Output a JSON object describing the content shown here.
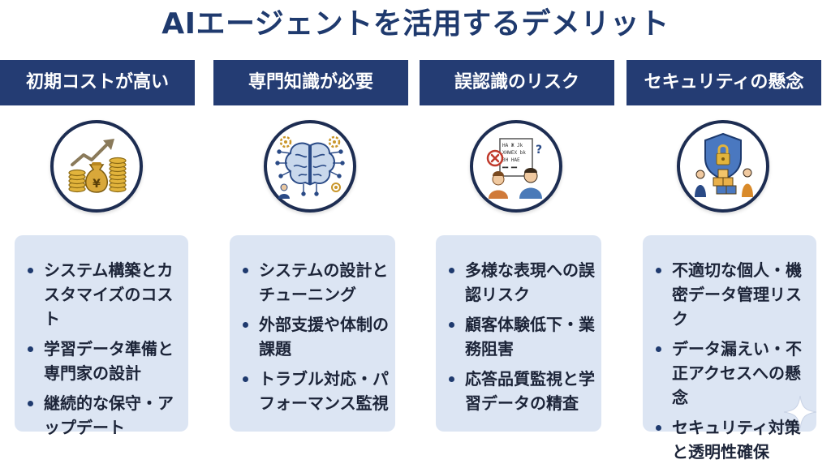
{
  "title": "AIエージェントを活用するデメリット",
  "columns": [
    {
      "heading": "初期コストが高い",
      "icon": "money-growth-icon",
      "items": [
        "システム構築とカスタマイズのコスト",
        "学習データ準備と専門家の設計",
        "継続的な保守・アップデート"
      ]
    },
    {
      "heading": "専門知識が必要",
      "icon": "brain-circuit-icon",
      "items": [
        "システムの設計とチューニング",
        "外部支援や体制の課題",
        "トラブル対応・パフォーマンス監視"
      ]
    },
    {
      "heading": "誤認識のリスク",
      "icon": "misrecognition-icon",
      "icon_text": [
        "HA Ж Jk",
        "XHWEX bk",
        "3H HAE",
        "▬▬ ▬▬"
      ],
      "items": [
        "多様な表現への誤認リスク",
        "顧客体験低下・業務阻害",
        "応答品質監視と学習データの精査"
      ]
    },
    {
      "heading": "セキュリティの懸念",
      "icon": "security-shield-icon",
      "items": [
        "不適切な個人・機密データ管理リスク",
        "データ漏えい・不正アクセスへの懸念",
        "セキュリティ対策と透明性確保"
      ]
    }
  ],
  "colors": {
    "title": "#1f3a6e",
    "header_bg": "#243c73",
    "card_bg": "#dce5f3",
    "circle_border": "#1d2d52"
  }
}
